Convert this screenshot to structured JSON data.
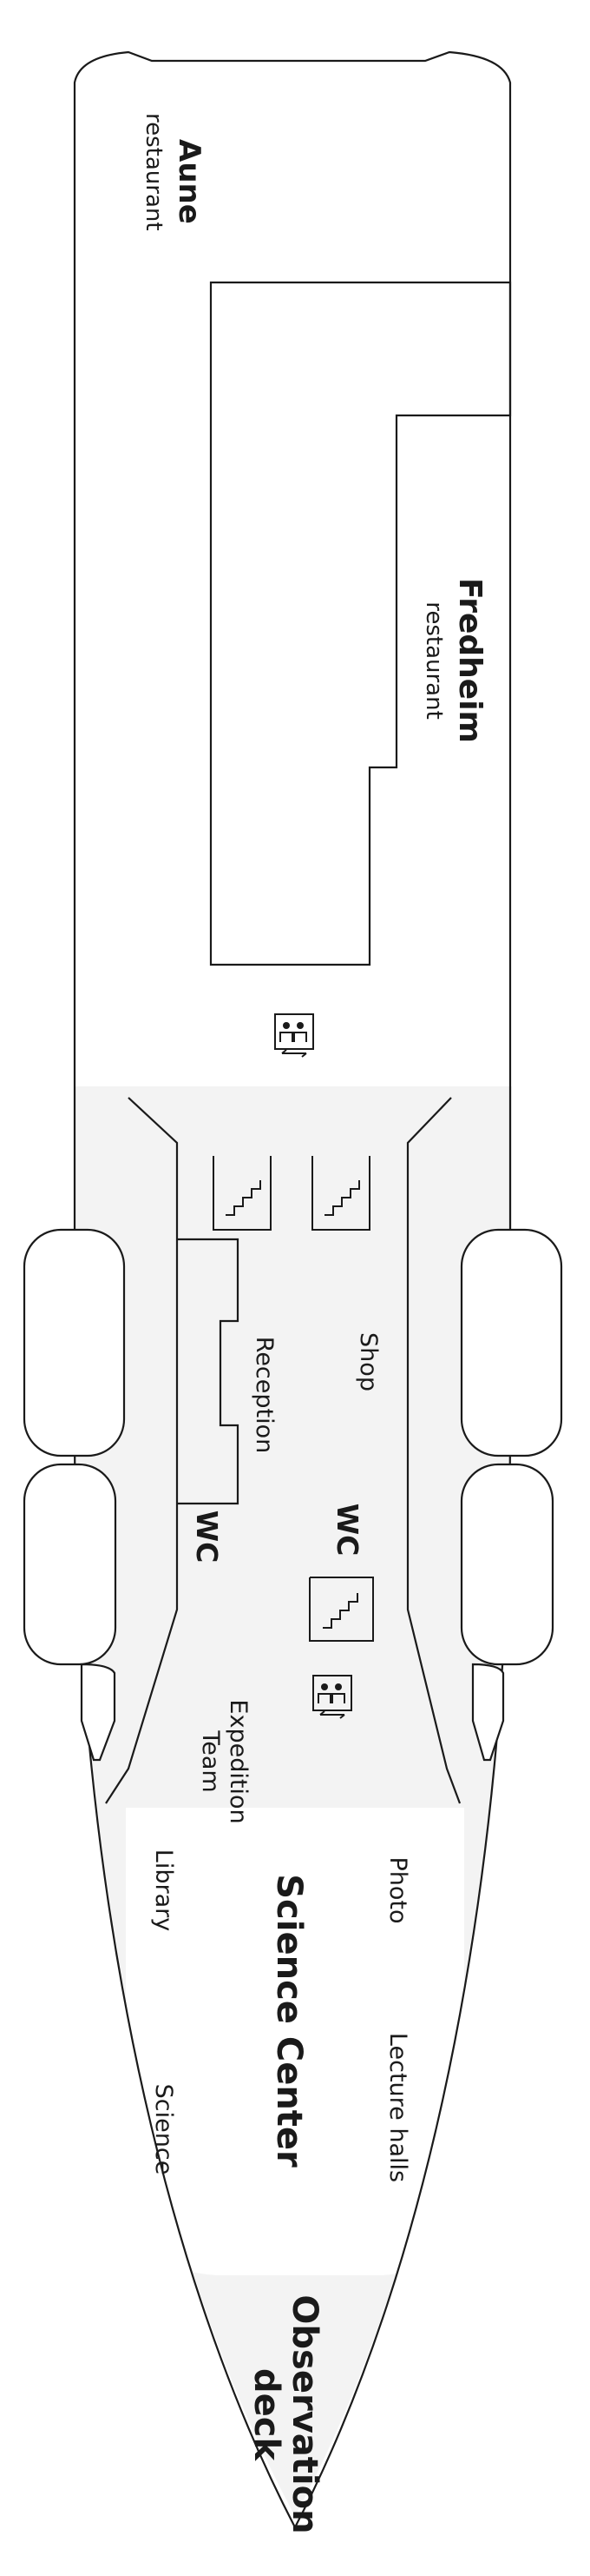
{
  "colors": {
    "line": "#1a1a1a",
    "public_area": "#f3f3f3",
    "background": "#ffffff"
  },
  "areas": {
    "aune_name": "Aune",
    "aune_type": "restaurant",
    "fredheim_name": "Fredheim",
    "fredheim_type": "restaurant",
    "reception": "Reception",
    "shop": "Shop",
    "wc_left": "WC",
    "wc_center": "WC",
    "expedition_line1": "Expedition",
    "expedition_line2": "Team",
    "library": "Library",
    "photo": "Photo",
    "science_center": "Science Center",
    "science": "Science",
    "lecture_halls": "Lecture halls",
    "observation_line1": "Observation",
    "observation_line2": "deck"
  },
  "icons": {
    "elevator": "elevator-icon",
    "stairs": "stairs-icon",
    "lifeboat": "lifeboat-icon"
  }
}
